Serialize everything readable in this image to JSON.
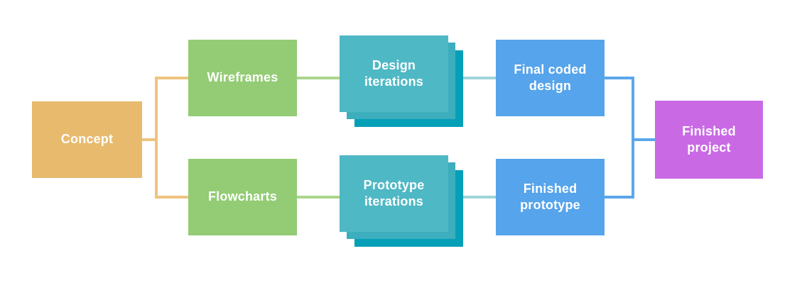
{
  "diagram": {
    "nodes": {
      "concept": {
        "label": "Concept",
        "color": "#e7ba6d"
      },
      "wireframes": {
        "label": "Wireframes",
        "color": "#93cc74"
      },
      "flowcharts": {
        "label": "Flowcharts",
        "color": "#93cc74"
      },
      "design_iterations": {
        "label": "Design iterations",
        "color": "#4fb8c5"
      },
      "prototype_iterations": {
        "label": "Prototype iterations",
        "color": "#4fb8c5"
      },
      "final_coded_design": {
        "label": "Final coded design",
        "color": "#56a4eb"
      },
      "finished_prototype": {
        "label": "Finished prototype",
        "color": "#56a4eb"
      },
      "finished_project": {
        "label": "Finished project",
        "color": "#c96ae4"
      }
    },
    "stack_colors": {
      "layer2": "#3caebd",
      "layer3": "#059fb8"
    },
    "connector_colors": {
      "orange": "#eec47f",
      "green": "#abd58c",
      "teal": "#9ed4da",
      "blue": "#5aa7ec"
    },
    "text_color": "#ffffff",
    "background": "#ffffff",
    "edges": [
      {
        "from": "Concept",
        "to": "Wireframes"
      },
      {
        "from": "Concept",
        "to": "Flowcharts"
      },
      {
        "from": "Wireframes",
        "to": "Design iterations"
      },
      {
        "from": "Flowcharts",
        "to": "Prototype iterations"
      },
      {
        "from": "Design iterations",
        "to": "Final coded design"
      },
      {
        "from": "Prototype iterations",
        "to": "Finished prototype"
      },
      {
        "from": "Final coded design",
        "to": "Finished project"
      },
      {
        "from": "Finished prototype",
        "to": "Finished project"
      }
    ]
  }
}
